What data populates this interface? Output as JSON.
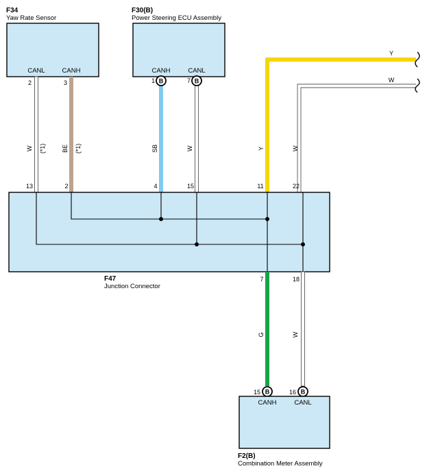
{
  "components": {
    "yaw": {
      "code": "F34",
      "name": "Yaw Rate Sensor",
      "pin_canl": "CANL",
      "pin_canh": "CANH"
    },
    "psecu": {
      "code": "F30(B)",
      "name": "Power Steering ECU Assembly",
      "pin_canh": "CANH",
      "pin_canl": "CANL"
    },
    "junction": {
      "code": "F47",
      "name": "Junction Connector"
    },
    "meter": {
      "code": "F2(B)",
      "name": "Combination Meter Assembly",
      "pin_canh": "CANH",
      "pin_canl": "CANL"
    }
  },
  "pins": {
    "yaw_canl": "2",
    "yaw_canh": "3",
    "ps_canh": "1",
    "ps_canl": "7",
    "j_13": "13",
    "j_2": "2",
    "j_4": "4",
    "j_15": "15",
    "j_11": "11",
    "j_22": "22",
    "j_7": "7",
    "j_18": "18",
    "m_canh": "15",
    "m_canl": "16"
  },
  "connector_badge": "B",
  "wires": {
    "yaw_w": "W",
    "yaw_w_note": "(*1)",
    "yaw_be": "BE",
    "yaw_be_note": "(*1)",
    "ps_sb": "SB",
    "ps_w": "W",
    "out_y": "Y",
    "out_w": "W",
    "y_top": "Y",
    "w_top": "W",
    "m_g": "G",
    "m_w": "W"
  },
  "colors": {
    "yellow": "#f7d600",
    "beige": "#baa48c",
    "sky_blue": "#7fcbee",
    "green": "#17a34a",
    "box_fill": "#cce8f6"
  }
}
